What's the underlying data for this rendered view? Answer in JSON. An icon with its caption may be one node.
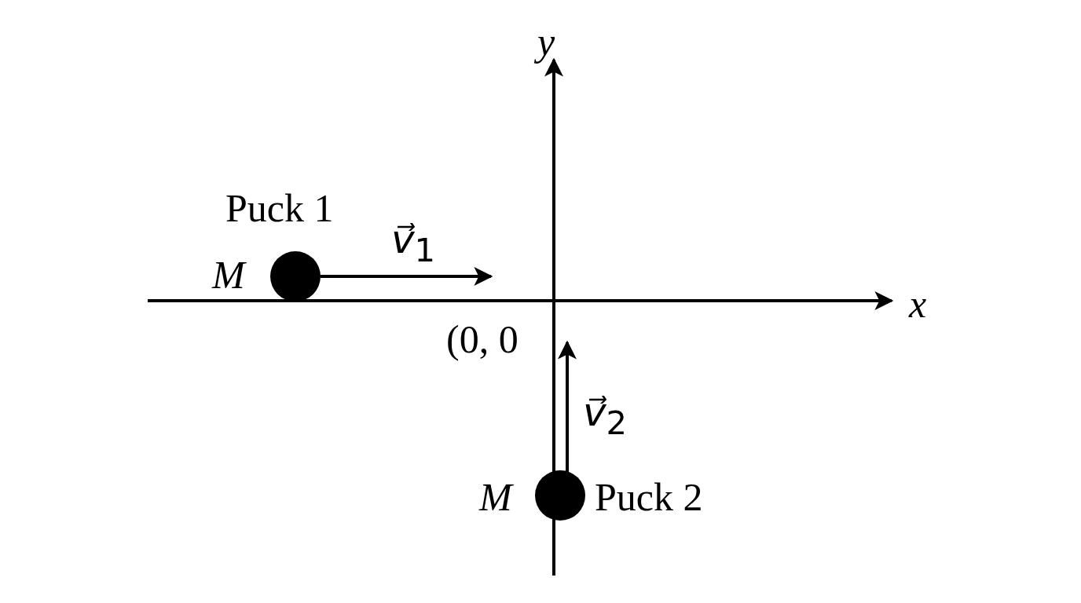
{
  "diagram": {
    "labels": [
      "y",
      "Puck 1",
      "*v⃗*$_{1}$",
      "M",
      "x",
      "(0, 0",
      "*v⃗*$_{2}$",
      "M",
      "Puck 2"
    ]
  }
}
